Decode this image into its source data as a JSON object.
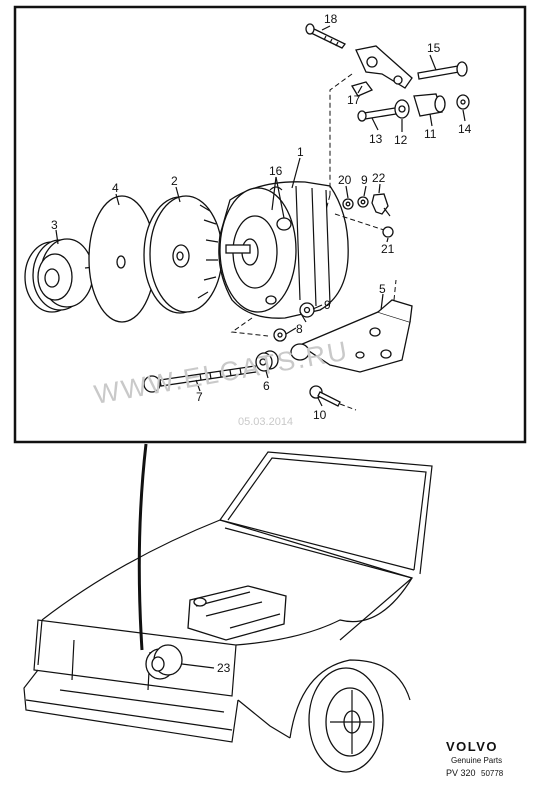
{
  "callouts": {
    "c1": "1",
    "c2": "2",
    "c3": "3",
    "c4": "4",
    "c5": "5",
    "c6": "6",
    "c7": "7",
    "c8": "8",
    "c9a": "9",
    "c9b": "9",
    "c10": "10",
    "c11": "11",
    "c12": "12",
    "c13": "13",
    "c14": "14",
    "c15": "15",
    "c16": "16",
    "c17": "17",
    "c18": "18",
    "c20": "20",
    "c21": "21",
    "c22": "22",
    "c23": "23"
  },
  "watermark": {
    "site": "WWW.ELCATS.RU",
    "date": "05.03.2014"
  },
  "brand": {
    "name": "VOLVO",
    "subtitle": "Genuine Parts",
    "code": "PV 320",
    "number": "50778"
  },
  "colors": {
    "line": "#111111",
    "watermark": "#c9c9c9",
    "background": "#ffffff"
  }
}
